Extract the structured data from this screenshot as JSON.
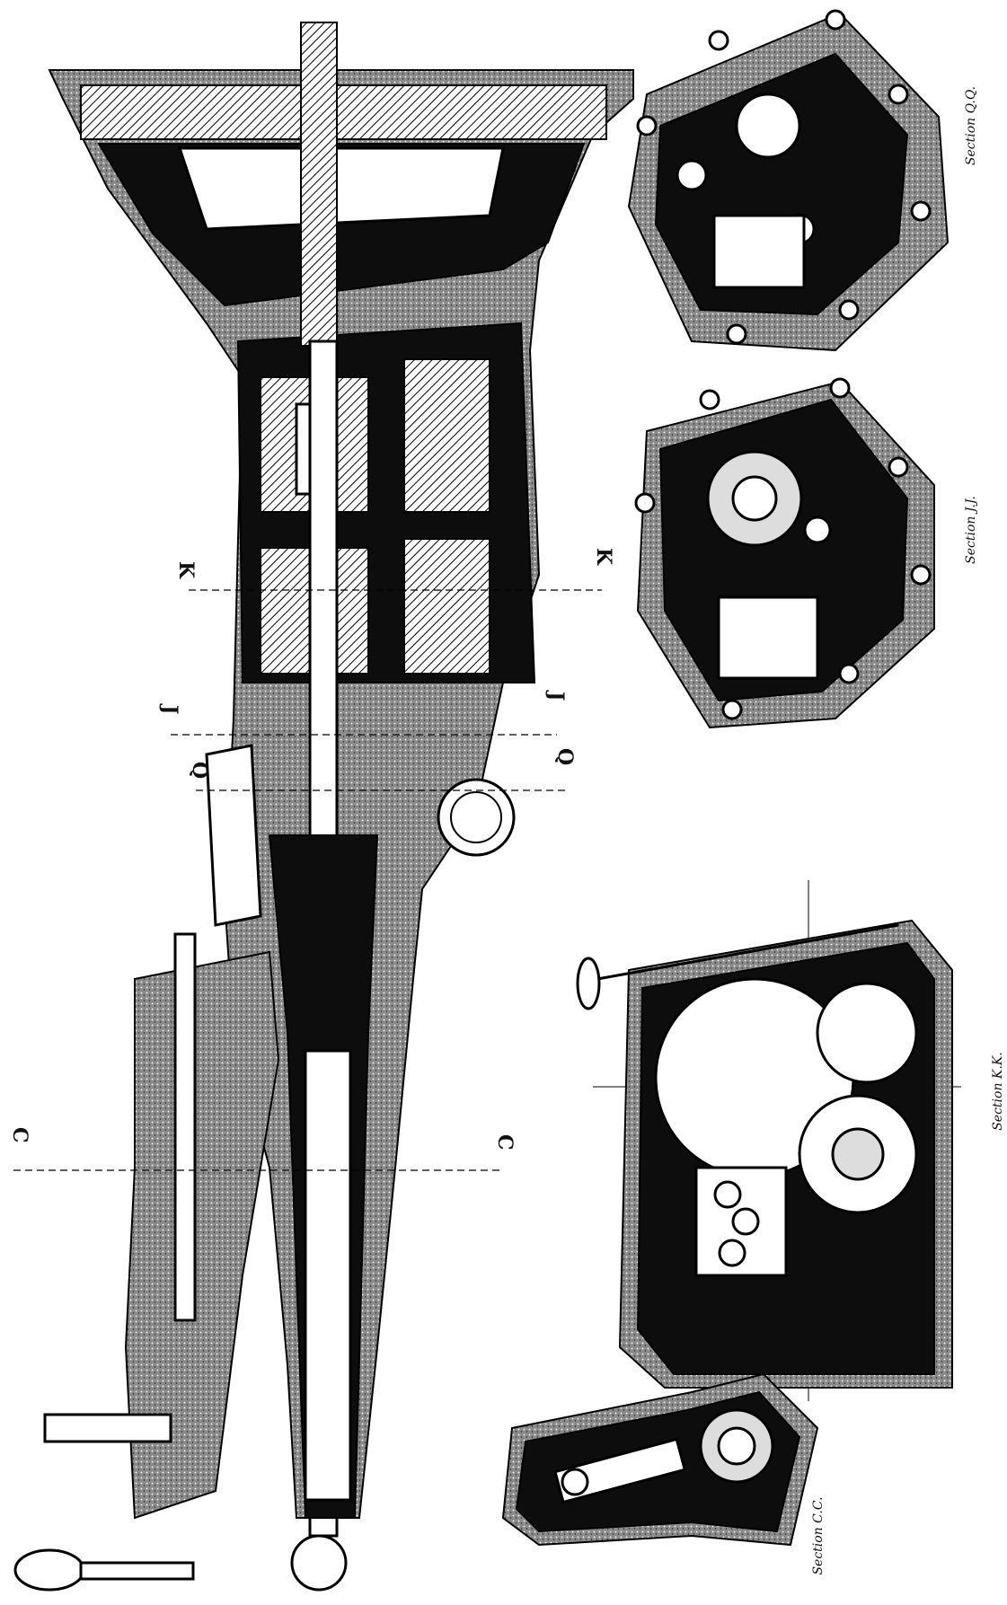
{
  "section_titles": {
    "qq": "Section Q.Q.",
    "jj": "Section J.J.",
    "kk": "Section K.K.",
    "cc": "Section C.C."
  },
  "section_markers": {
    "k_left": "K",
    "k_right": "K",
    "j_left": "J",
    "j_right": "J",
    "q_left": "Q",
    "q_right": "Q",
    "c_left": "C",
    "c_right": "C"
  }
}
